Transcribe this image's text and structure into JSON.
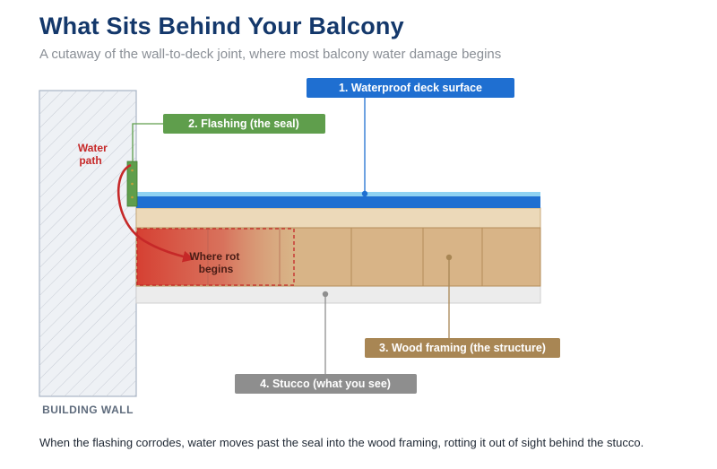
{
  "header": {
    "title": "What Sits Behind Your Balcony",
    "subtitle": "A cutaway of the wall-to-deck joint, where most balcony water damage begins"
  },
  "labels": {
    "deck_surface": "1. Waterproof deck surface",
    "flashing": "2. Flashing (the seal)",
    "wood_framing": "3. Wood framing (the structure)",
    "stucco": "4. Stucco (what you see)",
    "water_path": [
      "Water",
      "path"
    ],
    "rot_zone": [
      "Where rot",
      "begins"
    ],
    "building_wall": "BUILDING WALL"
  },
  "caption": "When the flashing corrodes, water moves past the seal into the wood framing, rotting it out of sight behind the stucco.",
  "colors": {
    "title": "#14386b",
    "deck": "#1f6fd1",
    "flashing": "#5f9e4c",
    "wood": "#d8b487",
    "wood_label": "#a88654",
    "stucco": "#8e8e8e",
    "rot": "#c62828",
    "wall": "#e8ecf2"
  }
}
